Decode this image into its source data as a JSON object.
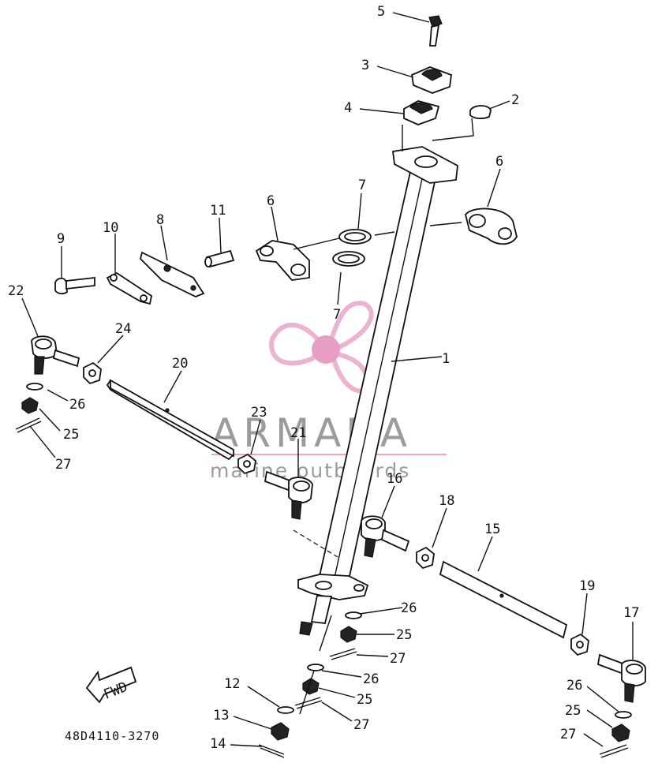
{
  "diagram": {
    "code": "48D4110-3270",
    "fwd_label": "FWD",
    "callouts": [
      "1",
      "2",
      "3",
      "4",
      "5",
      "6",
      "6",
      "7",
      "7",
      "8",
      "9",
      "10",
      "11",
      "12",
      "13",
      "14",
      "15",
      "16",
      "17",
      "18",
      "19",
      "20",
      "21",
      "22",
      "23",
      "24",
      "25",
      "25",
      "25",
      "26",
      "26",
      "26",
      "27",
      "27",
      "27",
      "27",
      "25",
      "26"
    ]
  },
  "watermark": {
    "brand": "ARMADA",
    "tagline": "marine outboards",
    "colors": {
      "logo": "#e9a6c8",
      "logo_center": "#e58fbd",
      "text": "#8a8a8a"
    }
  }
}
